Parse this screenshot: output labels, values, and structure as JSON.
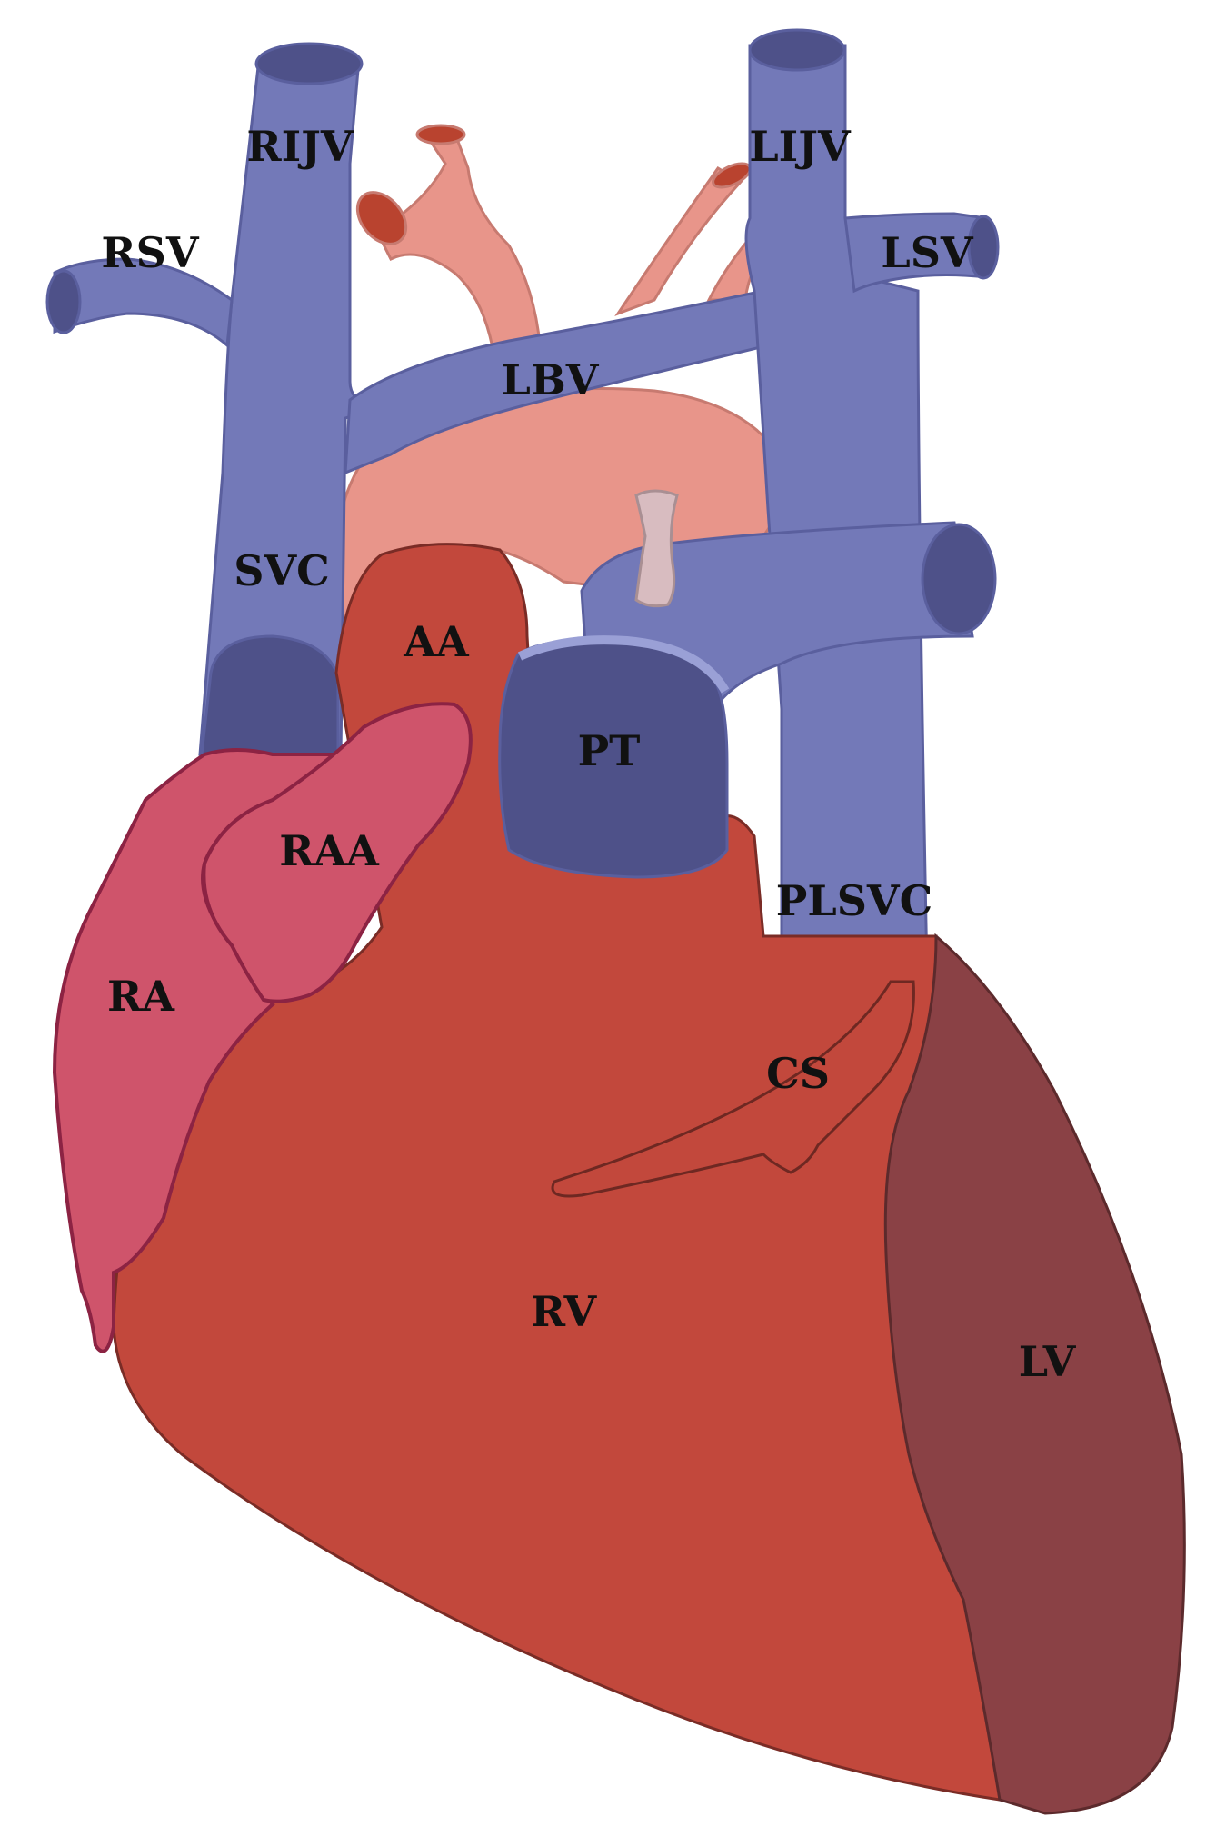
{
  "diagram": {
    "labels": {
      "rijv": "RIJV",
      "lijv": "LIJV",
      "rsv": "RSV",
      "lsv": "LSV",
      "lbv": "LBV",
      "svc": "SVC",
      "aa": "AA",
      "pt": "PT",
      "raa": "RAA",
      "ra": "RA",
      "plsvc": "PLSVC",
      "cs": "CS",
      "rv": "RV",
      "lv": "LV"
    },
    "colors": {
      "vein": "#7379b8",
      "vein_lumen": "#4e5189",
      "artery": "#e8958a",
      "right_ventricle": "#c2483c",
      "left_ventricle": "#8a4145",
      "right_atrium": "#cf546b"
    }
  }
}
